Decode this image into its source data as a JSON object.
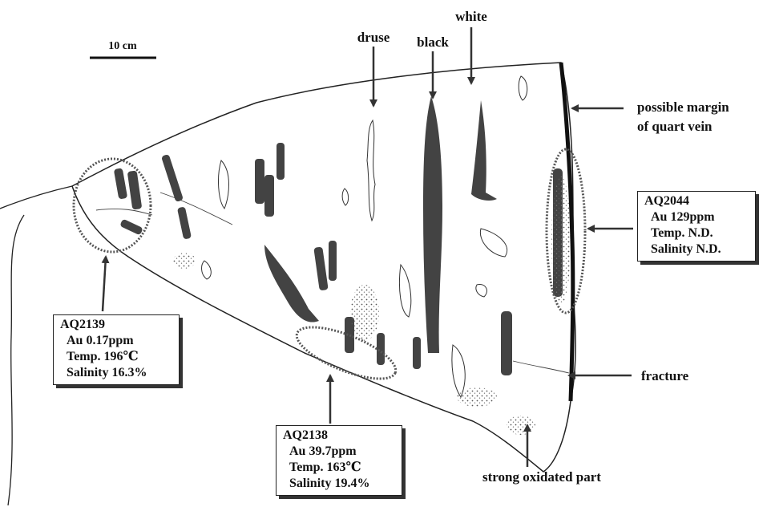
{
  "scale_bar": "10 cm",
  "labels": {
    "druse": "druse",
    "black": "black",
    "white": "white",
    "margin_line1": "possible margin",
    "margin_line2": "of quart vein",
    "fracture": "fracture",
    "oxidated": "strong oxidated part"
  },
  "samples": [
    {
      "id": "AQ2139",
      "au": "Au 0.17ppm",
      "temp": "Temp. 196℃",
      "salinity": "Salinity 16.3%"
    },
    {
      "id": "AQ2138",
      "au": "Au 39.7ppm",
      "temp": "Temp. 163℃",
      "salinity": "Salinity 19.4%"
    },
    {
      "id": "AQ2044",
      "au": "Au 129ppm",
      "temp": "Temp. N.D.",
      "salinity": "Salinity N.D."
    }
  ]
}
